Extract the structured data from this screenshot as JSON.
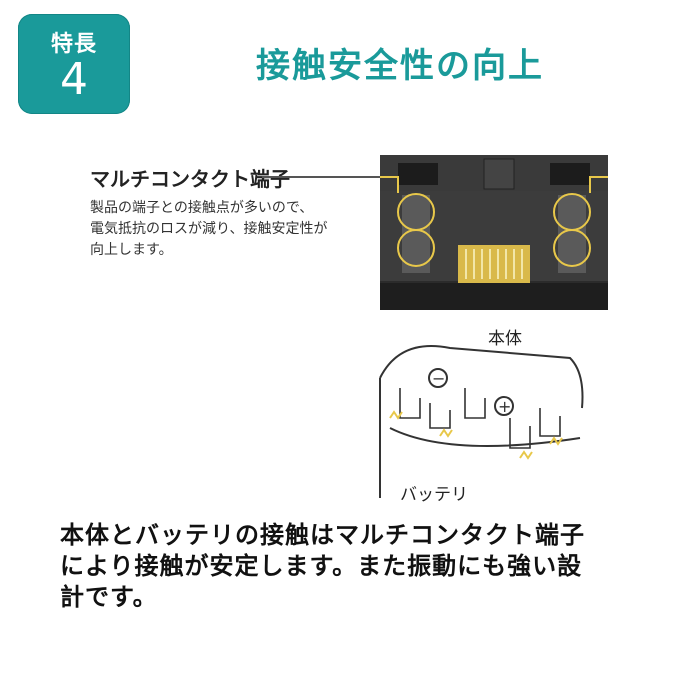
{
  "badge": {
    "label": "特長",
    "number": "4"
  },
  "title": "接触安全性の向上",
  "callout": {
    "heading": "マルチコンタクト端子",
    "lines": [
      "製品の端子との接触点が多いので、",
      "電気抵抗のロスが減り、接触安定性が",
      "向上します。"
    ]
  },
  "diagram": {
    "label_top": "本体",
    "label_bottom": "バッテリ",
    "minus_symbol": "−",
    "plus_symbol": "+"
  },
  "main_text": {
    "lines": [
      "本体とバッテリの接触はマルチコンタクト端子",
      "により接触が安定します。また振動にも強い設",
      "計です。"
    ]
  },
  "colors": {
    "accent": "#1a9a9a",
    "highlight": "#e8c84a"
  }
}
